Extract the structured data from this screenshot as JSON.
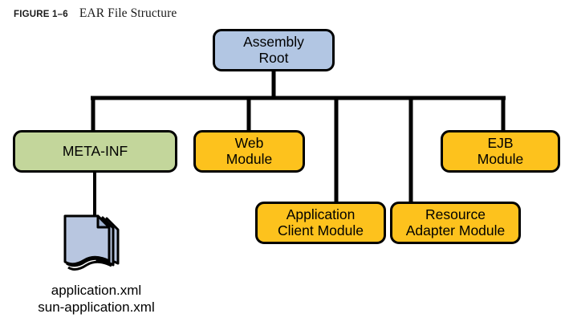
{
  "figure": {
    "label": "FIGURE 1–6",
    "title": "EAR File Structure"
  },
  "colors": {
    "root_fill": "#b2c6e3",
    "meta_inf_fill": "#c3d69b",
    "module_fill": "#fdc21d",
    "stroke": "#000000",
    "document_fill": "#b8c6e0",
    "background": "#ffffff"
  },
  "diagram": {
    "type": "tree",
    "root": {
      "id": "assembly-root",
      "label_line1": "Assembly",
      "label_line2": "Root",
      "fill": "blue"
    },
    "children": [
      {
        "id": "meta-inf",
        "label_line1": "META-INF",
        "label_line2": "",
        "fill": "green"
      },
      {
        "id": "web-module",
        "label_line1": "Web",
        "label_line2": "Module",
        "fill": "orange"
      },
      {
        "id": "application-client-module",
        "label_line1": "Application",
        "label_line2": "Client Module",
        "fill": "orange"
      },
      {
        "id": "resource-adapter-module",
        "label_line1": "Resource",
        "label_line2": "Adapter Module",
        "fill": "orange"
      },
      {
        "id": "ejb-module",
        "label_line1": "EJB",
        "label_line2": "Module",
        "fill": "orange"
      }
    ],
    "leaf": {
      "id": "descriptor-documents",
      "icon": "document-stack-icon",
      "parent": "meta-inf",
      "labels": [
        "application.xml",
        "sun-application.xml"
      ]
    }
  }
}
